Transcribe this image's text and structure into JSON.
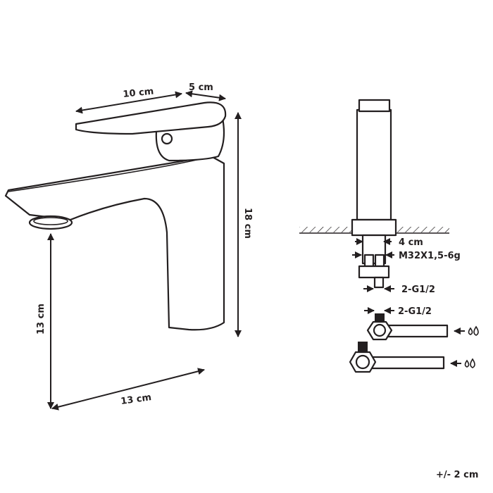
{
  "faucet_side": {
    "lever_length": "10 cm",
    "lever_depth": "5 cm",
    "total_height": "18 cm",
    "spout_height": "13 cm",
    "spout_reach": "13 cm"
  },
  "installation": {
    "shank_width": "4 cm",
    "thread": "M32X1,5-6g",
    "hose_connection": "2-G1/2",
    "valve_connection": "2-G1/2",
    "water_inlet_icon": "water-drops-icon"
  },
  "tolerance": "+/- 2 cm",
  "colors": {
    "line": "#231f20",
    "background": "#ffffff"
  }
}
